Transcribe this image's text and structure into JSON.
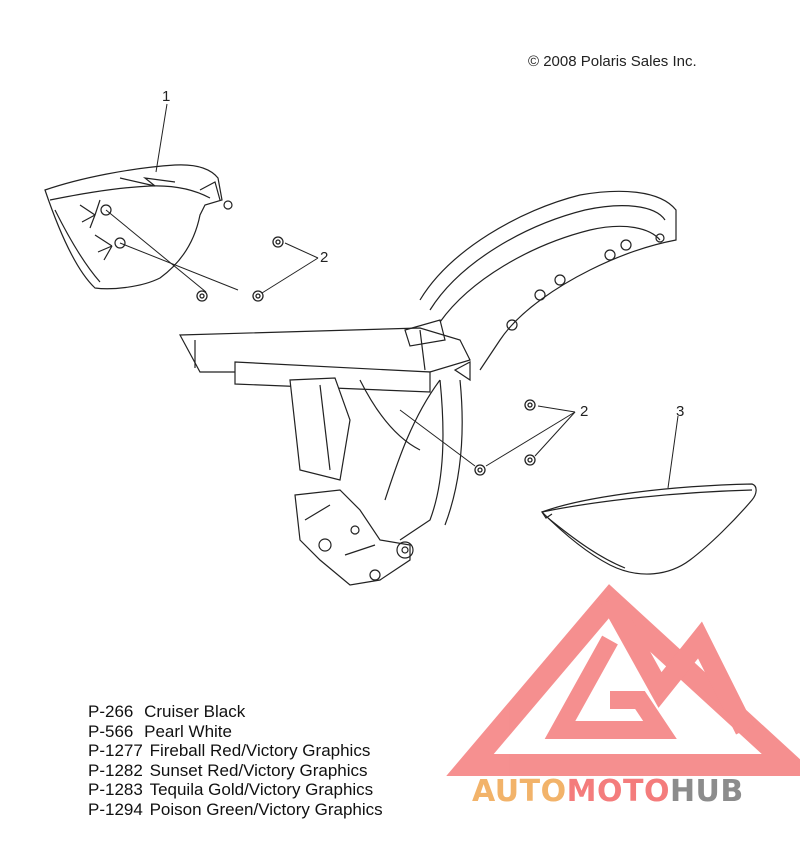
{
  "copyright": "© 2008 Polaris Sales Inc.",
  "callouts": [
    "1",
    "2",
    "2",
    "3"
  ],
  "legend": [
    {
      "code": "P-266",
      "name": "Cruiser Black"
    },
    {
      "code": "P-566",
      "name": "Pearl White"
    },
    {
      "code": "P-1277",
      "name": "Fireball Red/Victory Graphics"
    },
    {
      "code": "P-1282",
      "name": "Sunset Red/Victory Graphics"
    },
    {
      "code": "P-1283",
      "name": "Tequila Gold/Victory Graphics"
    },
    {
      "code": "P-1294",
      "name": "Poison Green/Victory Graphics"
    }
  ],
  "watermark": {
    "part1": "AUTO",
    "part2": "MOTO",
    "part3": "HUB",
    "color1": "#f2b36a",
    "color2": "#f47c7c",
    "color3": "#8c8c8c",
    "logo_color": "#f47c7c"
  },
  "line_color": "#222222"
}
